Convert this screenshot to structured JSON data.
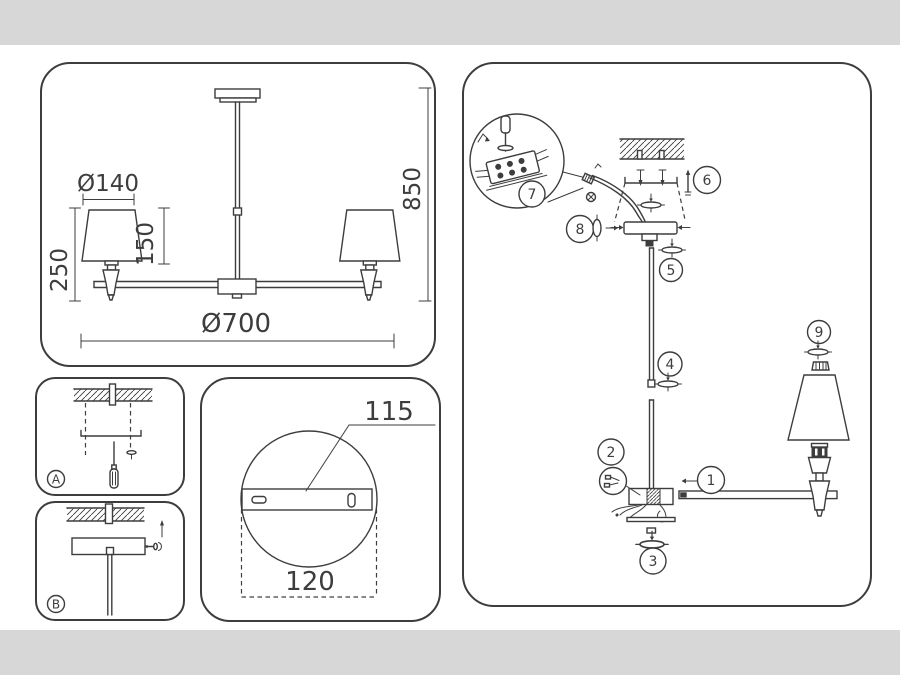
{
  "colors": {
    "background": "#ffffff",
    "letterbox": "#d7d7d7",
    "panel": "#ffffff",
    "line": "#3d3d3d"
  },
  "dimension_drawing": {
    "shade_diameter": "Ø140",
    "shade_height": "150",
    "shade_drop": "250",
    "total_height": "850",
    "total_width": "Ø700"
  },
  "mount_plate_drawing": {
    "bracket_length": "115",
    "plate_diameter": "120"
  },
  "step_panels": {
    "a": "A",
    "b": "B"
  },
  "assembly": {
    "steps": [
      "1",
      "2",
      "3",
      "4",
      "5",
      "6",
      "7",
      "8",
      "9"
    ]
  }
}
